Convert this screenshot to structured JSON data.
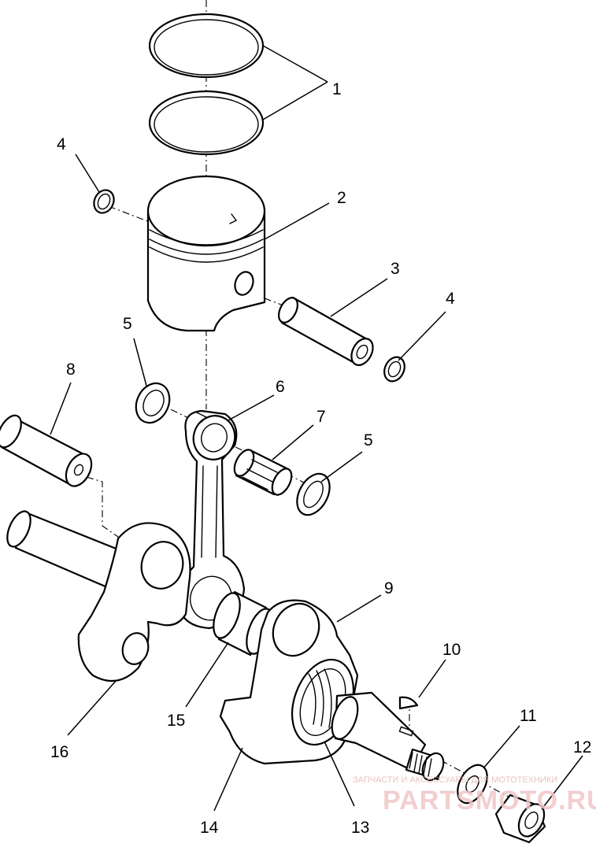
{
  "callouts": {
    "c1": "1",
    "c2": "2",
    "c3": "3",
    "c4a": "4",
    "c4b": "4",
    "c5a": "5",
    "c5b": "5",
    "c6": "6",
    "c7": "7",
    "c8": "8",
    "c9": "9",
    "c10": "10",
    "c11": "11",
    "c12": "12",
    "c13": "13",
    "c14": "14",
    "c15": "15",
    "c16": "16"
  },
  "watermark": {
    "tagline": "ЗАПЧАСТИ И АКСЕССУАРЫ ДЛЯ МОТОТЕХНИКИ",
    "brand": "PARTSMOTO.RU"
  },
  "colors": {
    "line": "#000000",
    "background": "#ffffff",
    "watermark": "#f0c6c6"
  }
}
